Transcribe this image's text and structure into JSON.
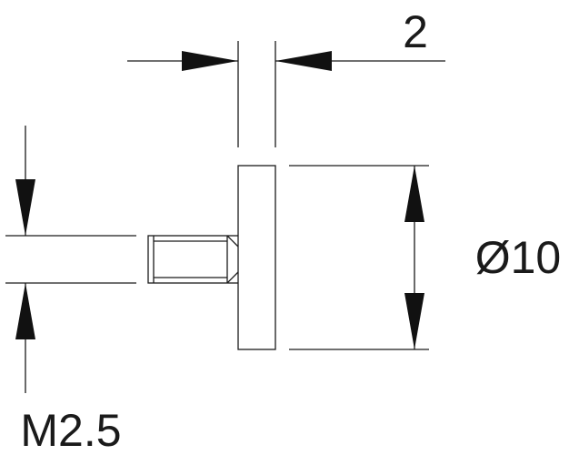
{
  "dimensions": {
    "width_label": "2",
    "diameter_label": "Ø10",
    "thread_label": "M2.5"
  },
  "colors": {
    "line": "#1a1a1a",
    "arrow": "#111111",
    "background": "#ffffff"
  }
}
